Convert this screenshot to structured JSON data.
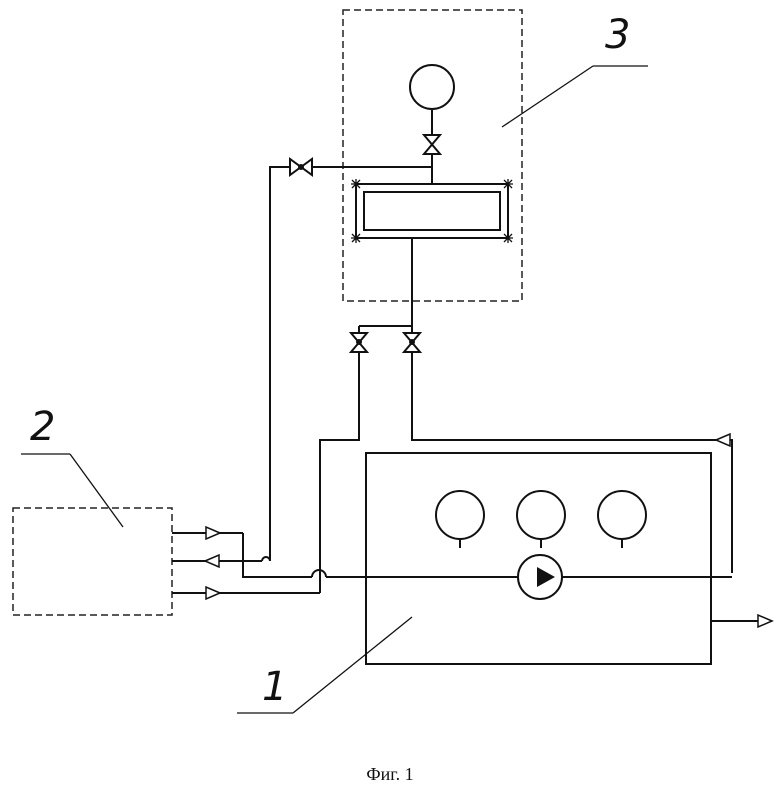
{
  "labels": {
    "unit1": "1",
    "unit2": "2",
    "unit3": "3"
  },
  "caption": "Фиг. 1"
}
